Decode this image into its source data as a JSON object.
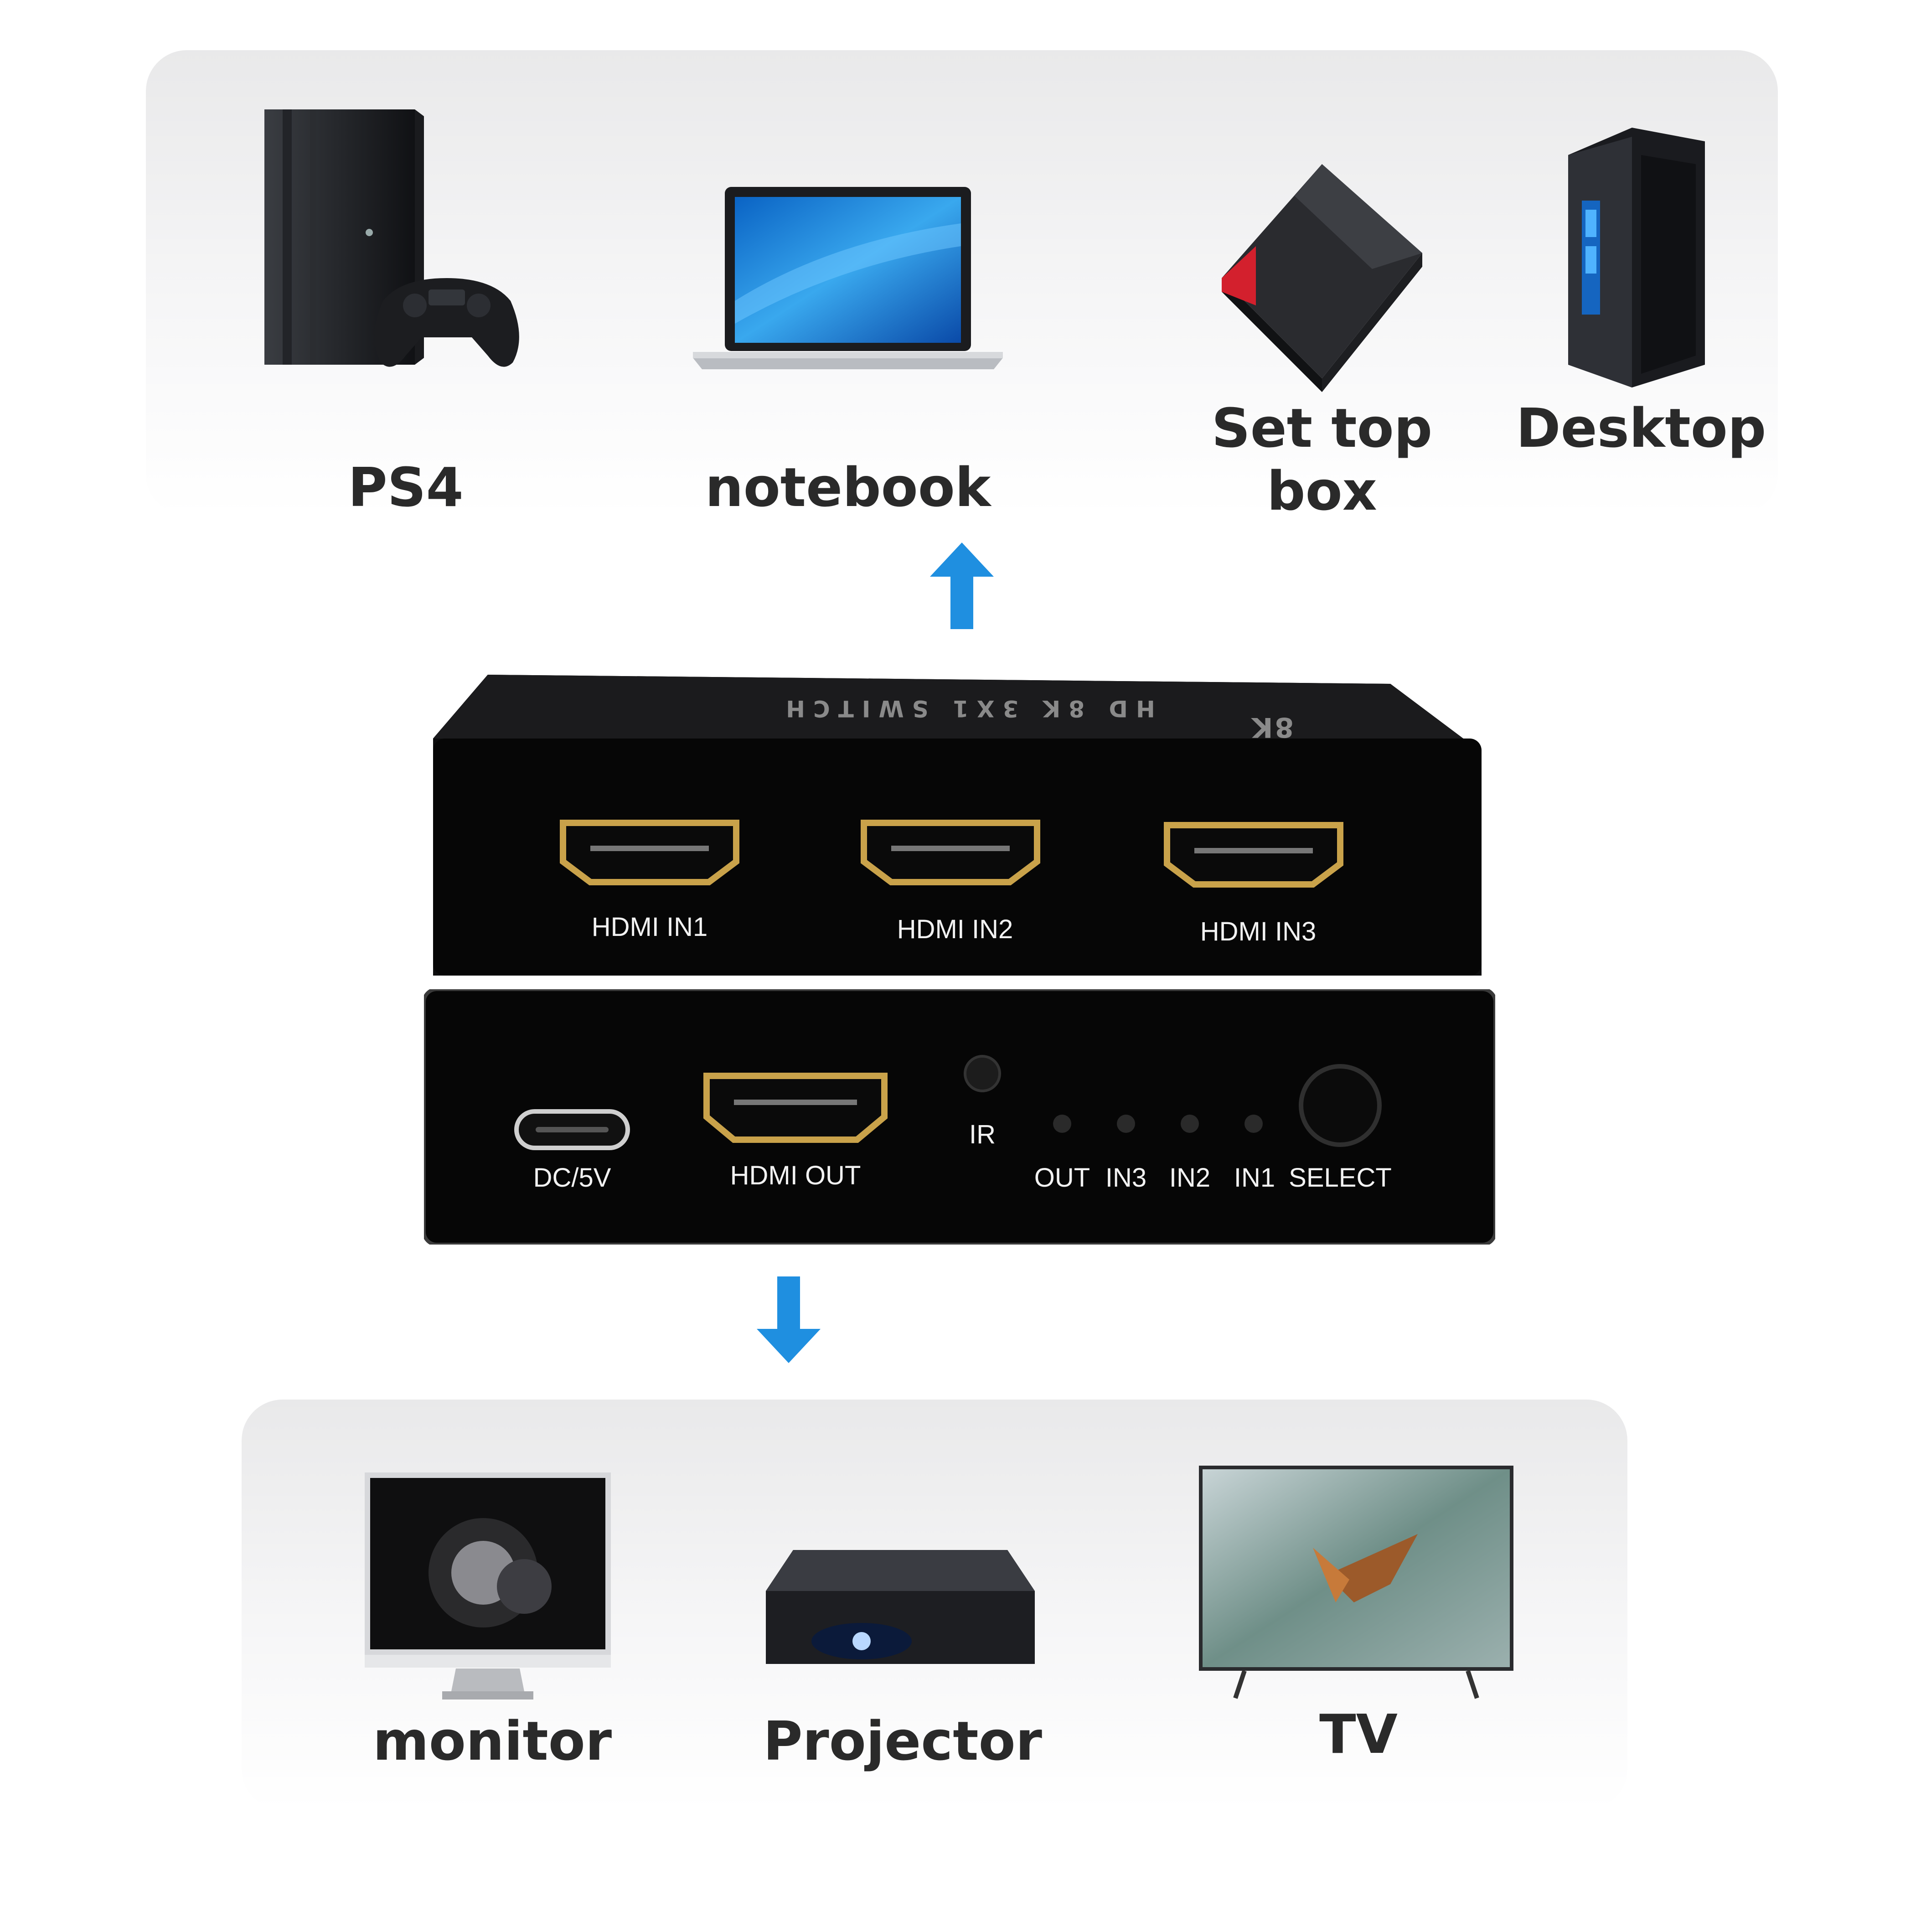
{
  "sources": {
    "items": [
      {
        "label": "PS4",
        "icon": "ps4-console-icon"
      },
      {
        "label": "notebook",
        "icon": "notebook-laptop-icon"
      },
      {
        "label": "Set top box",
        "icon": "set-top-box-icon"
      },
      {
        "label": "Desktop",
        "icon": "desktop-tower-icon"
      }
    ]
  },
  "switcher": {
    "top_print": "HD 8K 3X1 SWITCH",
    "brand": "8K",
    "front_ports": [
      "HDMI IN1",
      "HDMI IN2",
      "HDMI IN3"
    ],
    "rear": {
      "dc_label": "DC/5V",
      "out_label": "HDMI OUT",
      "ir_label": "IR",
      "led_labels": [
        "OUT",
        "IN3",
        "IN2",
        "IN1"
      ],
      "select_label": "SELECT"
    }
  },
  "outputs": {
    "items": [
      {
        "label": "monitor",
        "icon": "monitor-icon"
      },
      {
        "label": "Projector",
        "icon": "projector-icon"
      },
      {
        "label": "TV",
        "icon": "tv-icon"
      }
    ]
  },
  "colors": {
    "arrow_blue": "#1f8fe0",
    "box_black": "#0b0b0b",
    "port_gold": "#c9a24a"
  }
}
